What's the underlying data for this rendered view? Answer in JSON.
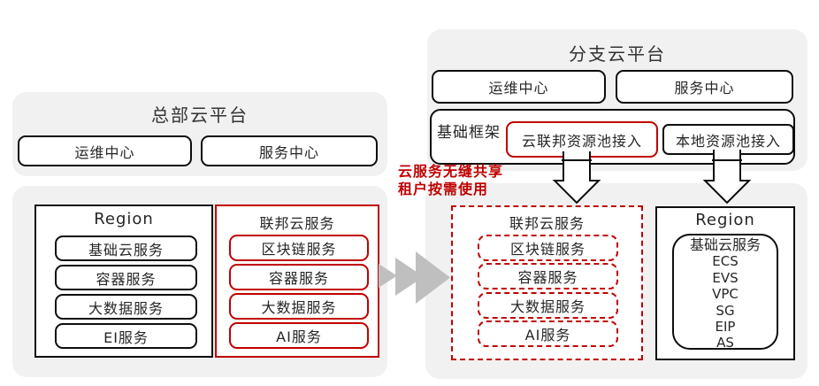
{
  "colors": {
    "accent_red": "#C00000",
    "panel_bg": "#F1F1F1",
    "border_black": "#0d0d0d",
    "arrow_gray": "#BFBFBF"
  },
  "hq": {
    "title": "总部云平台",
    "centers": [
      "运维中心",
      "服务中心"
    ],
    "region": {
      "title": "Region",
      "services": [
        "基础云服务",
        "容器服务",
        "大数据服务",
        "EI服务"
      ]
    },
    "federation": {
      "title": "联邦云服务",
      "services": [
        "区块链服务",
        "容器服务",
        "大数据服务",
        "AI服务"
      ]
    }
  },
  "branch": {
    "title": "分支云平台",
    "centers": [
      "运维中心",
      "服务中心"
    ],
    "framework": {
      "label": "基础框架",
      "federated_access": "云联邦资源池接入",
      "local_access": "本地资源池接入"
    },
    "federation": {
      "title": "联邦云服务",
      "services": [
        "区块链服务",
        "容器服务",
        "大数据服务",
        "AI服务"
      ]
    },
    "region": {
      "title": "Region",
      "lines": [
        "基础云服务",
        "ECS",
        "EVS",
        "VPC",
        "SG",
        "EIP",
        "AS"
      ]
    }
  },
  "annotation": {
    "line1": "云服务无缝共享",
    "line2": "租户按需使用"
  },
  "icons": {
    "flow_arrow": "triple-chevron-right",
    "down_arrow_left": "block-arrow-down",
    "down_arrow_right": "block-arrow-down"
  }
}
